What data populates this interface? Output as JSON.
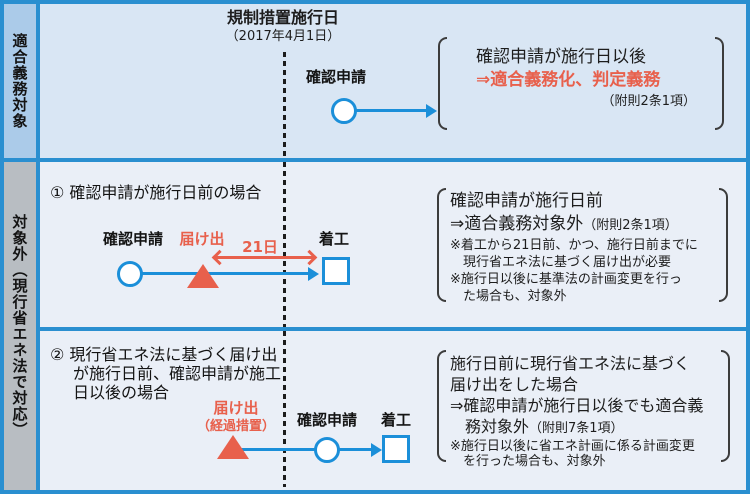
{
  "colors": {
    "frame_blue": "#2a8fd0",
    "accent_blue": "#1b8fd9",
    "accent_red": "#e8604c",
    "label_top_bg": "#abcbe9",
    "label_bottom_bg": "#b8bdc2",
    "row1_bg": "#d9e6f4",
    "row23_bg": "#eaeff7"
  },
  "left_labels": {
    "top": "適合義務対象",
    "bottom": "対象外（現行省エネ法で対応）"
  },
  "section1": {
    "date_title": "規制措置施行日",
    "date_sub": "（2017年4月1日）",
    "label_kakunin": "確認申請",
    "box": {
      "line1": "確認申請が施行日以後",
      "line2": "⇒適合義務化、判定義務",
      "line3": "（附則2条1項）"
    }
  },
  "section2": {
    "heading": "① 確認申請が施行日前の場合",
    "labels": {
      "kakunin": "確認申請",
      "todokede": "届け出",
      "days": "21日",
      "chakko": "着工"
    },
    "box": {
      "line1": "確認申請が施行日前",
      "line2_main": "⇒適合義務対象外",
      "line2_paren": "（附則2条1項）",
      "note1a": "※着工から21日前、かつ、施行日前までに",
      "note1b": "現行省エネ法に基づく届け出が必要",
      "note2a": "※施行日以後に基準法の計画変更を行っ",
      "note2b": "た場合も、対象外"
    }
  },
  "section3": {
    "heading_line1": "② 現行省エネ法に基づく届け出",
    "heading_line2": "が施行日前、確認申請が施工",
    "heading_line3": "日以後の場合",
    "labels": {
      "todokede": "届け出",
      "todokede_sub": "（経過措置）",
      "kakunin": "確認申請",
      "chakko": "着工"
    },
    "box": {
      "line1": "施行日前に現行省エネ法に基づく",
      "line2": "届け出をした場合",
      "line3": "⇒確認申請が施行日以後でも適合義",
      "line4_main": "務対象外",
      "line4_paren": "（附則7条1項）",
      "note1a": "※施行日以後に省エネ計画に係る計画変更",
      "note1b": "を行った場合も、対象外"
    }
  }
}
